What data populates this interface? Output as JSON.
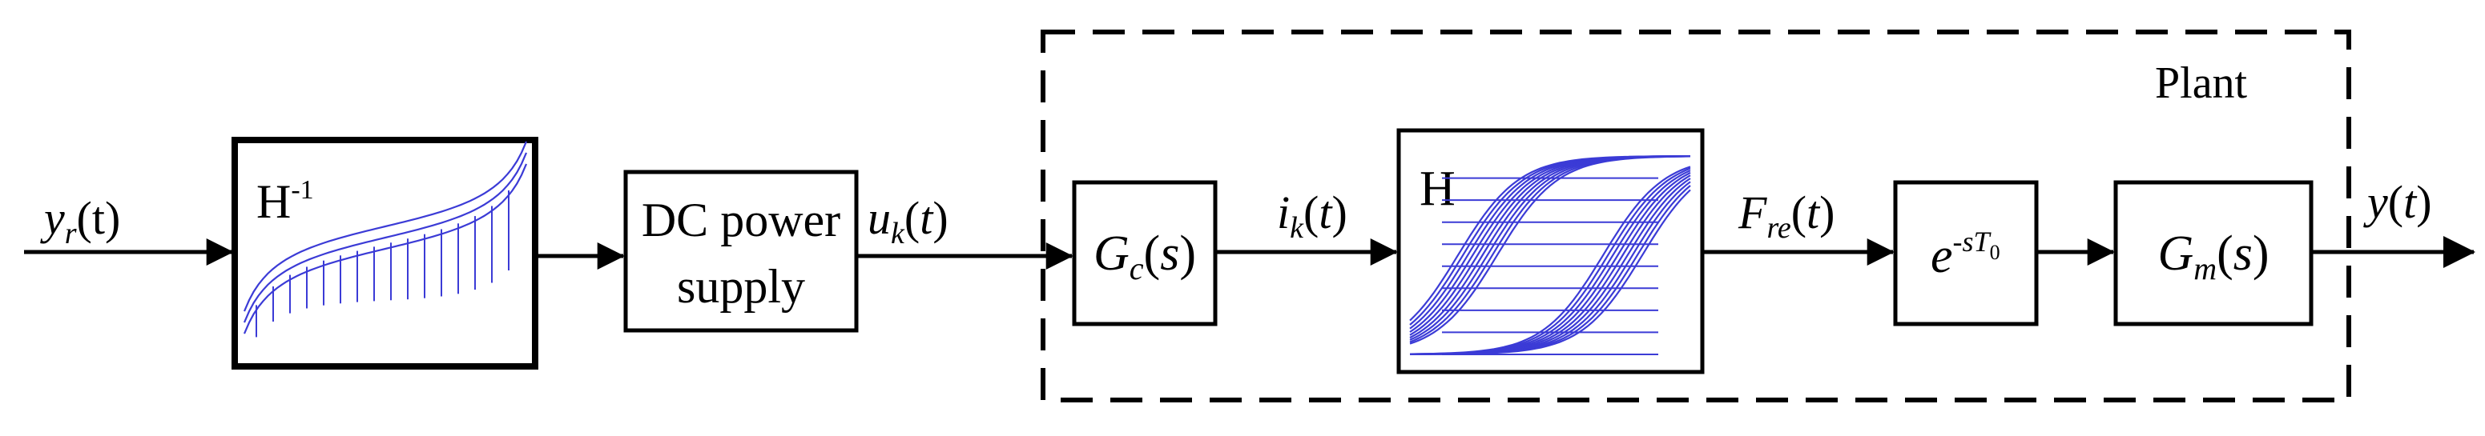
{
  "plant": {
    "label": "Plant"
  },
  "input": {
    "var": "y",
    "sub": "r",
    "arg": "(t)"
  },
  "inverse_block": {
    "base": "H",
    "sup": "-1"
  },
  "power_supply": {
    "line1": "DC power",
    "line2": "supply"
  },
  "signal_u": {
    "var": "u",
    "sub": "k",
    "arg": "(",
    "t": "t",
    "close": ")"
  },
  "gc_block": {
    "var": "G",
    "sub": "c",
    "arg": "(",
    "s": "s",
    "close": ")"
  },
  "signal_i": {
    "var": "i",
    "sub": "k",
    "arg": "(",
    "t": "t",
    "close": ")"
  },
  "h_block": {
    "label": "H"
  },
  "signal_f": {
    "var": "F",
    "sub": "re",
    "arg": "(",
    "t": "t",
    "close": ")"
  },
  "delay_block": {
    "base": "e",
    "sup": "-sT",
    "sup_sub": "0"
  },
  "gm_block": {
    "var": "G",
    "sub": "m",
    "arg": "(",
    "s": "s",
    "close": ")"
  },
  "output": {
    "var": "y",
    "arg": "(",
    "t": "t",
    "close": ")"
  },
  "colors": {
    "curve": "#3b3bd6",
    "stroke": "#000000"
  }
}
